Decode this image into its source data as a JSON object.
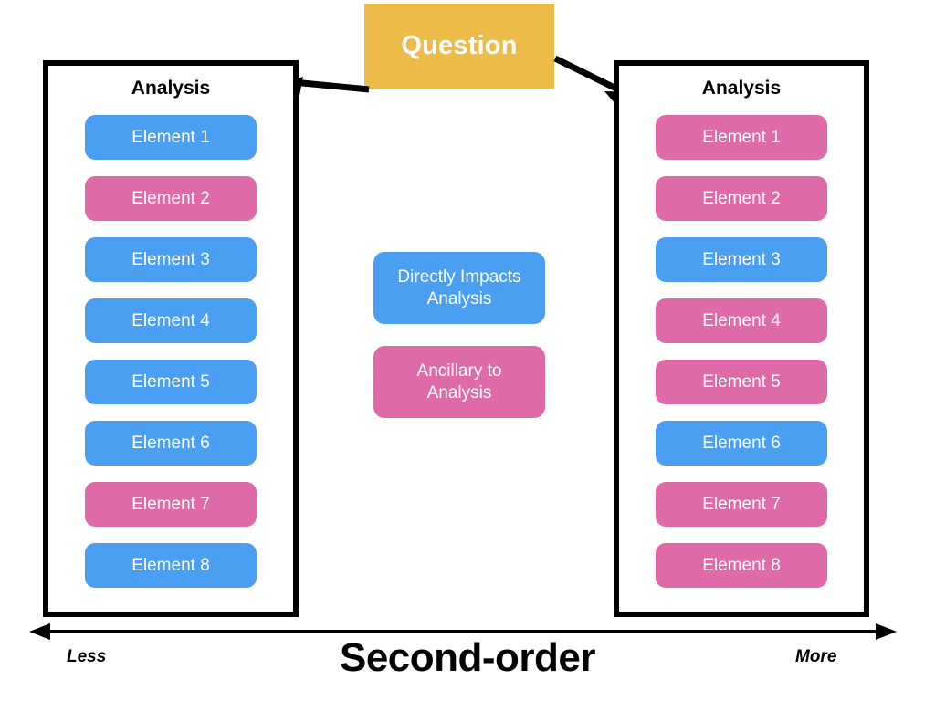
{
  "diagram": {
    "axis_title": "Second-order",
    "axis_left_label": "Less",
    "axis_right_label": "More"
  },
  "question": {
    "label": "Question",
    "color": "#edbb48"
  },
  "colors": {
    "blue": "#4a9ff3",
    "pink": "#de6ba7",
    "yellow": "#edbb48",
    "outline": "#000000",
    "text_on_fill": "#ffffff"
  },
  "legend": {
    "items": [
      {
        "label": "Directly Impacts Analysis",
        "line1": "Directly Impacts",
        "line2": "Analysis",
        "color": "#4a9ff3",
        "key": "blue"
      },
      {
        "label": "Ancillary to Analysis",
        "line1": "Ancillary to",
        "line2": "Analysis",
        "color": "#de6ba7",
        "key": "pink"
      }
    ]
  },
  "panels": [
    {
      "side": "left",
      "title": "Analysis",
      "elements": [
        {
          "label": "Element 1",
          "color": "#4a9ff3",
          "category": "blue"
        },
        {
          "label": "Element 2",
          "color": "#de6ba7",
          "category": "pink"
        },
        {
          "label": "Element 3",
          "color": "#4a9ff3",
          "category": "blue"
        },
        {
          "label": "Element 4",
          "color": "#4a9ff3",
          "category": "blue"
        },
        {
          "label": "Element 5",
          "color": "#4a9ff3",
          "category": "blue"
        },
        {
          "label": "Element 6",
          "color": "#4a9ff3",
          "category": "blue"
        },
        {
          "label": "Element 7",
          "color": "#de6ba7",
          "category": "pink"
        },
        {
          "label": "Element 8",
          "color": "#4a9ff3",
          "category": "blue"
        }
      ]
    },
    {
      "side": "right",
      "title": "Analysis",
      "elements": [
        {
          "label": "Element 1",
          "color": "#de6ba7",
          "category": "pink"
        },
        {
          "label": "Element 2",
          "color": "#de6ba7",
          "category": "pink"
        },
        {
          "label": "Element 3",
          "color": "#4a9ff3",
          "category": "blue"
        },
        {
          "label": "Element 4",
          "color": "#de6ba7",
          "category": "pink"
        },
        {
          "label": "Element 5",
          "color": "#de6ba7",
          "category": "pink"
        },
        {
          "label": "Element 6",
          "color": "#4a9ff3",
          "category": "blue"
        },
        {
          "label": "Element 7",
          "color": "#de6ba7",
          "category": "pink"
        },
        {
          "label": "Element 8",
          "color": "#de6ba7",
          "category": "pink"
        }
      ]
    }
  ]
}
